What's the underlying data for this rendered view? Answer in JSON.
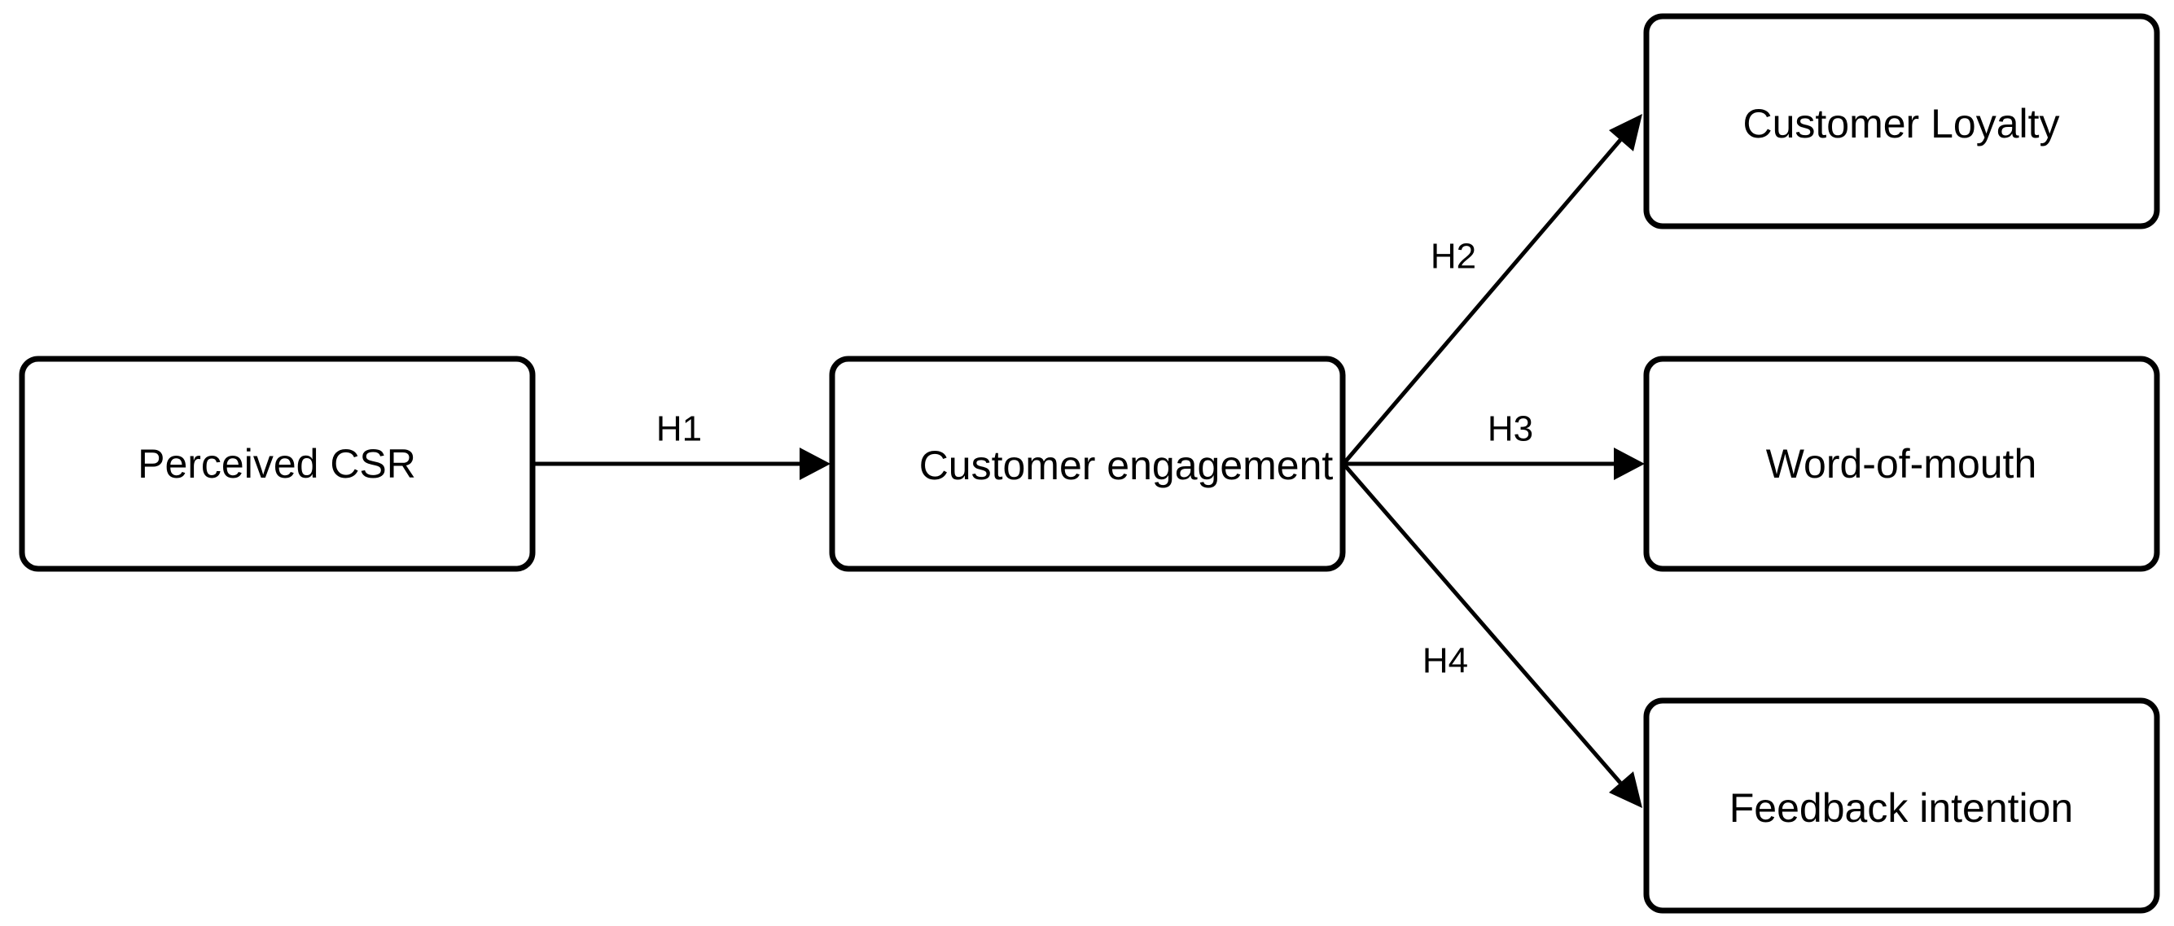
{
  "diagram": {
    "nodes": {
      "perceived_csr": "Perceived CSR",
      "customer_engagement": "Customer engagement",
      "customer_loyalty": "Customer Loyalty",
      "word_of_mouth": "Word-of-mouth",
      "feedback_intention": "Feedback intention"
    },
    "edges": {
      "h1": {
        "from": "Perceived CSR",
        "to": "Customer engagement",
        "label": "H1"
      },
      "h2": {
        "from": "Customer engagement",
        "to": "Customer Loyalty",
        "label": "H2"
      },
      "h3": {
        "from": "Customer engagement",
        "to": "Word-of-mouth",
        "label": "H3"
      },
      "h4": {
        "from": "Customer engagement",
        "to": "Feedback intention",
        "label": "H4"
      }
    },
    "colors": {
      "stroke": "#000000",
      "background": "#ffffff"
    }
  }
}
